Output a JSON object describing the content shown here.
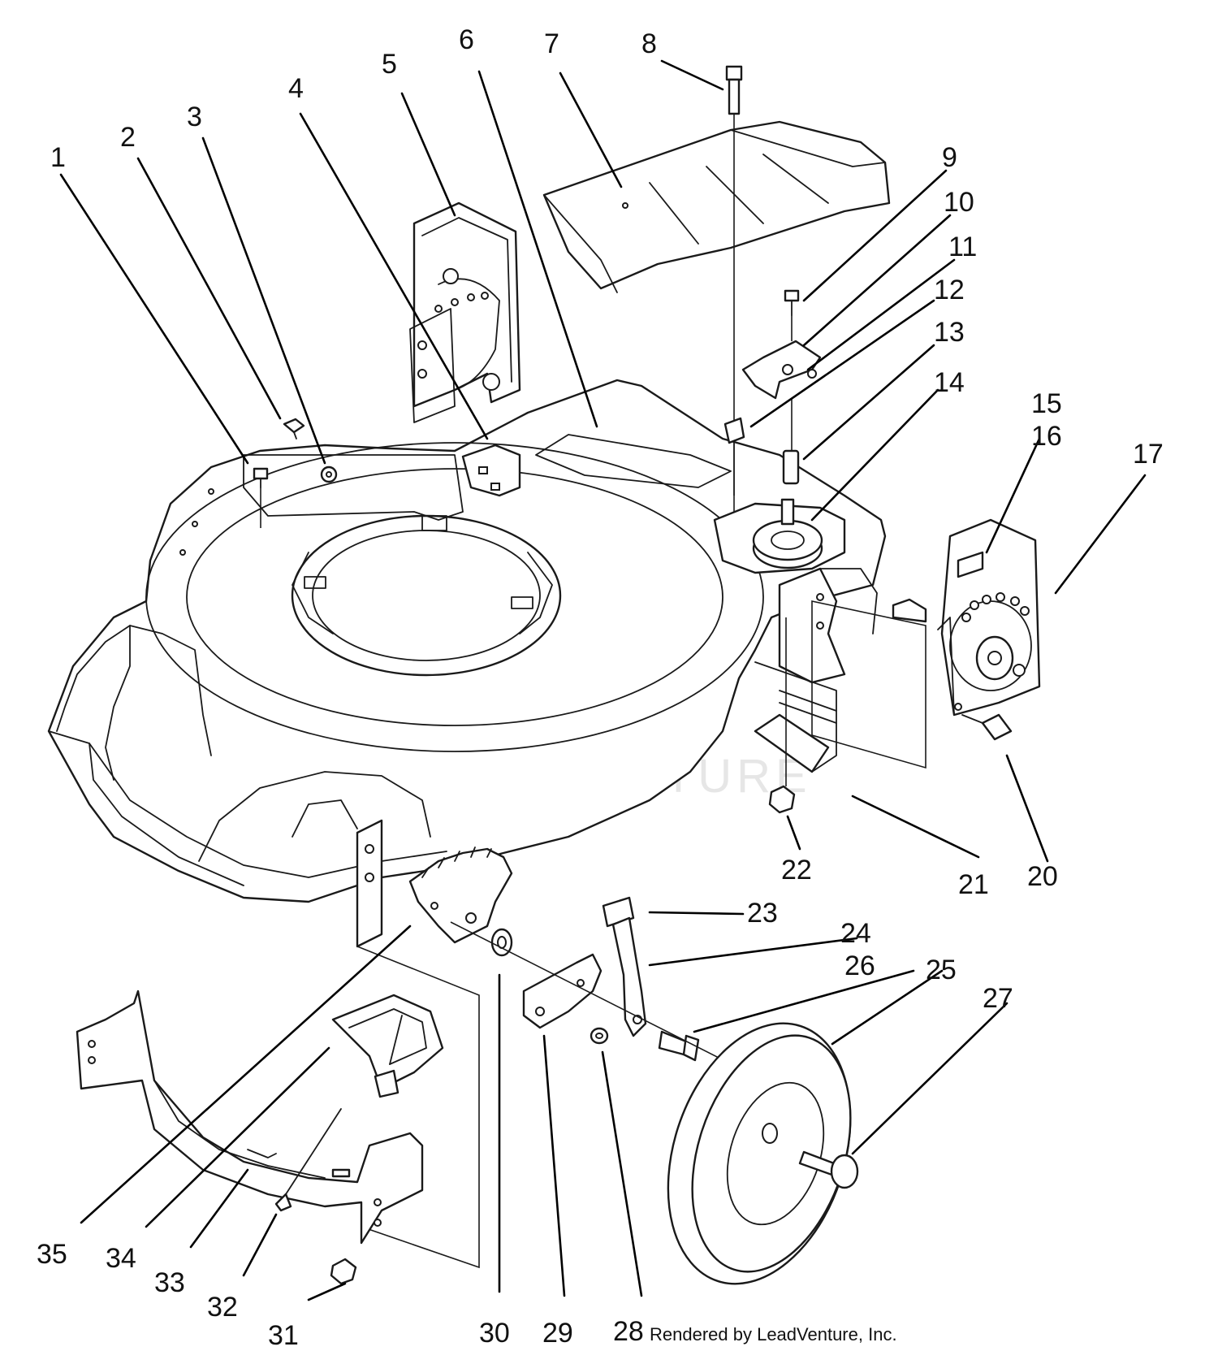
{
  "credit": "Rendered by LeadVenture, Inc.",
  "watermark": "LEADVENTURE",
  "callouts": [
    "1",
    "2",
    "3",
    "4",
    "5",
    "6",
    "7",
    "8",
    "9",
    "10",
    "11",
    "12",
    "13",
    "14",
    "15",
    "16",
    "17",
    "20",
    "21",
    "22",
    "23",
    "24",
    "25",
    "26",
    "27",
    "28",
    "29",
    "30",
    "31",
    "32",
    "33",
    "34",
    "35"
  ]
}
